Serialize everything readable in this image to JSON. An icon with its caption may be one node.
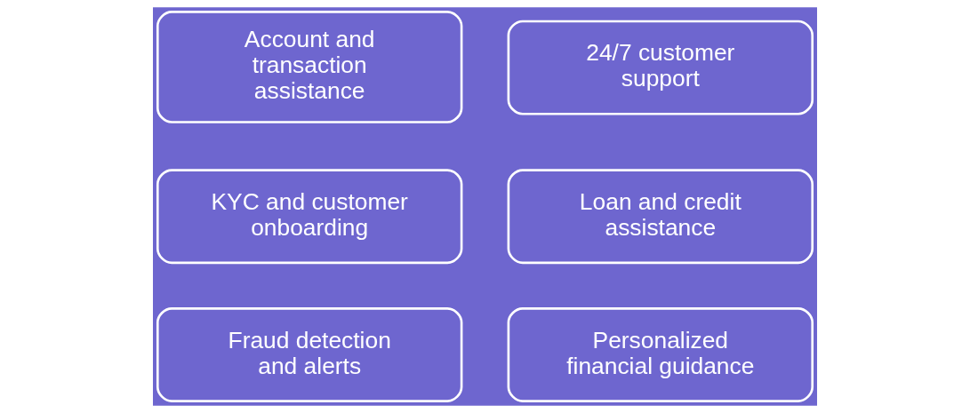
{
  "diagram": {
    "nodes": [
      {
        "text": [
          "24/7 customer support"
        ]
      },
      {
        "text": [
          "Account and transaction assistance"
        ]
      },
      {
        "text": [
          "KYC and customer onboarding"
        ]
      },
      {
        "text": [
          "Loan and credit assistance"
        ]
      },
      {
        "text": [
          "Fraud detection and alerts"
        ]
      },
      {
        "text": [
          "Personalized financial guidance"
        ]
      }
    ]
  }
}
